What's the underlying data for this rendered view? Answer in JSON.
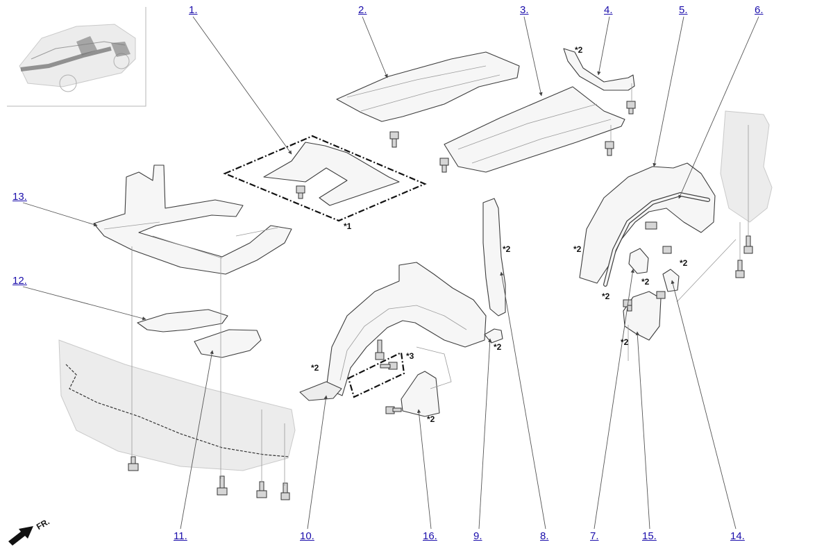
{
  "callouts": {
    "c1": "1.",
    "c2": "2.",
    "c3": "3.",
    "c4": "4.",
    "c5": "5.",
    "c6": "6.",
    "c7": "7.",
    "c8": "8.",
    "c9": "9.",
    "c10": "10.",
    "c11": "11.",
    "c12": "12.",
    "c13": "13.",
    "c14": "14.",
    "c15": "15.",
    "c16": "16."
  },
  "notes": {
    "n1": "*1",
    "n2": "*2",
    "n3": "*3"
  },
  "direction_label": "FR.",
  "colors": {
    "link": "#1a0dab",
    "line": "#3c3c3c",
    "ghost": "#e6e6e6"
  }
}
